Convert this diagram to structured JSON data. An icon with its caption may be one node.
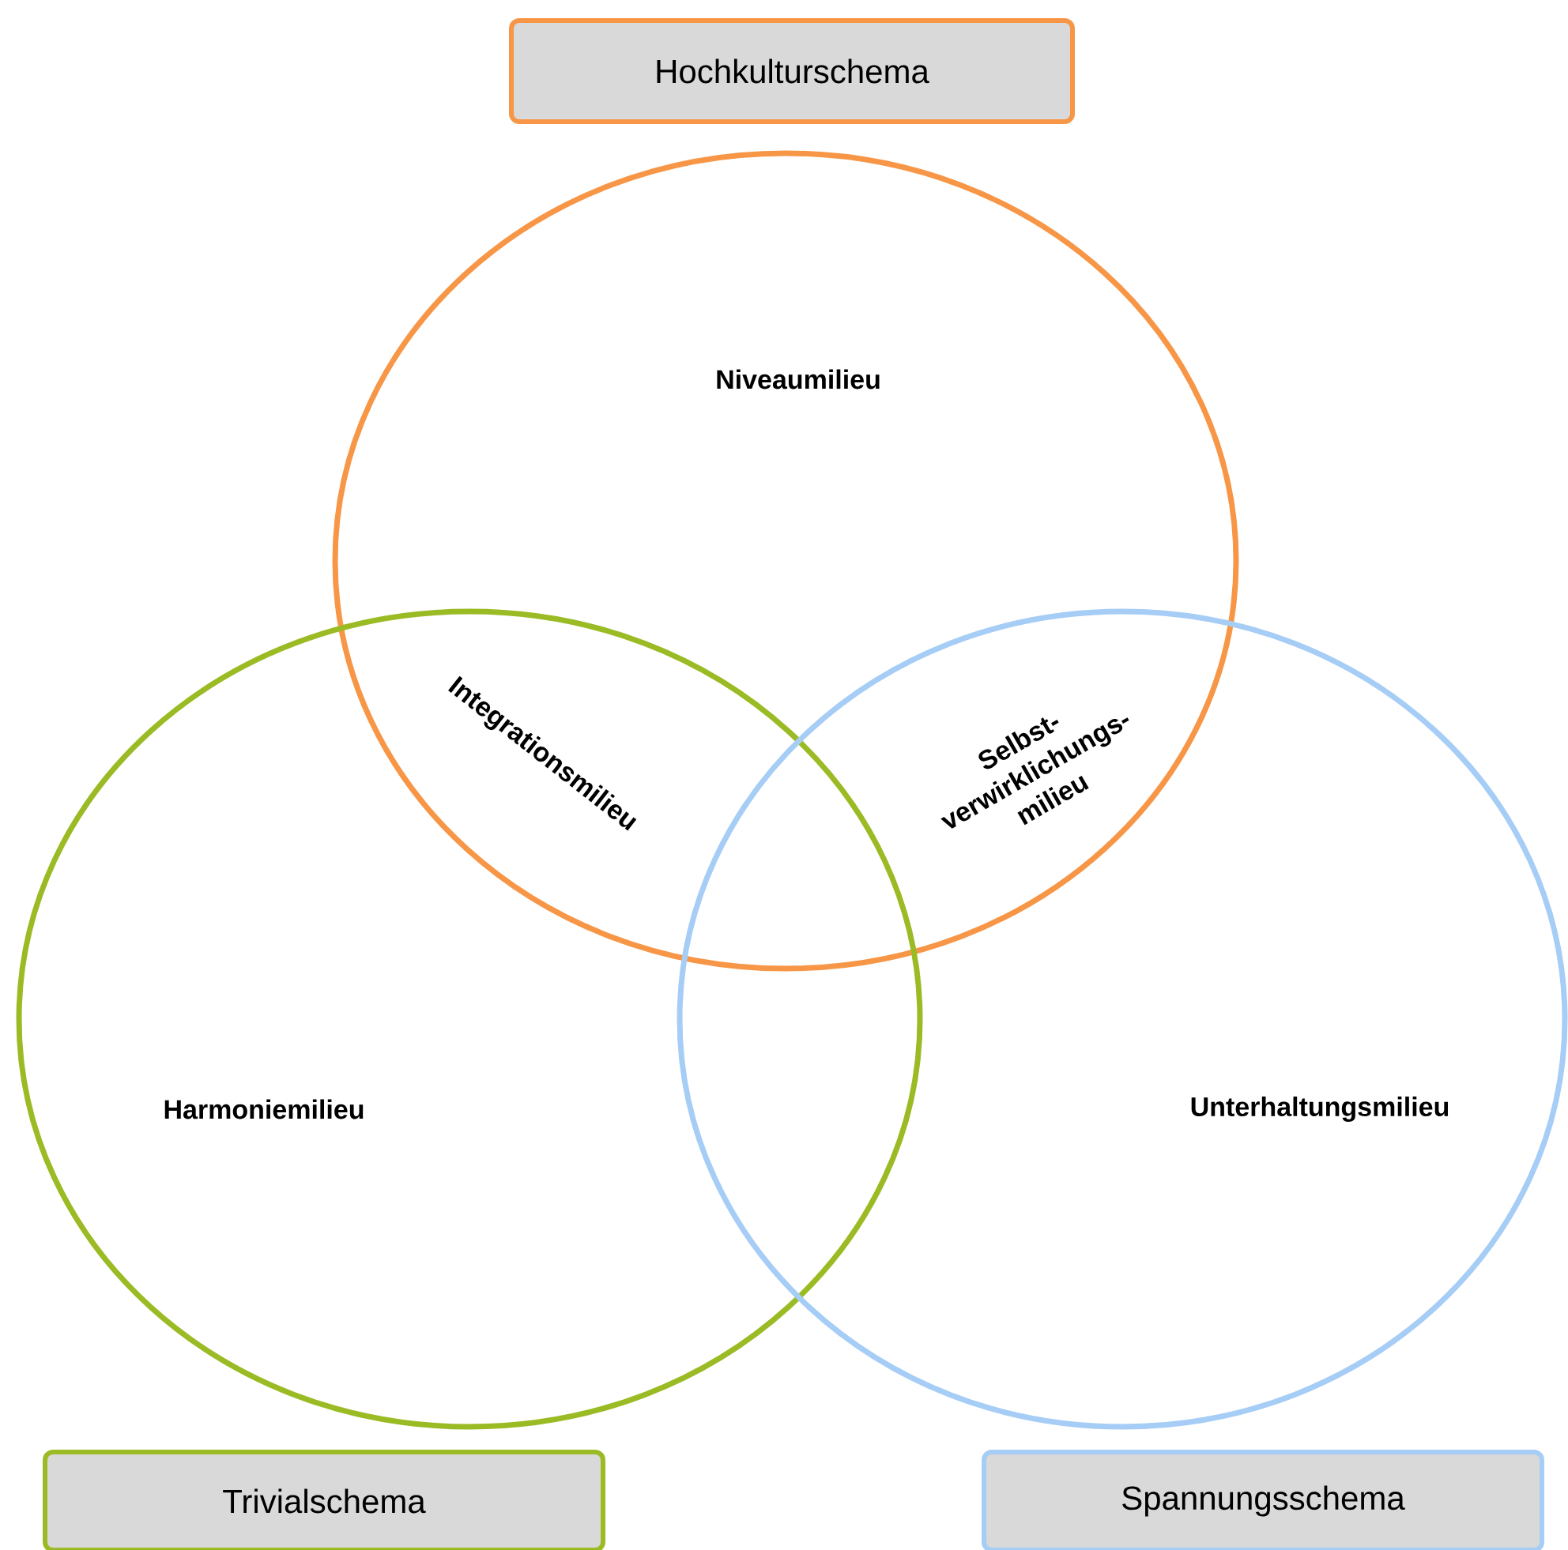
{
  "diagram": {
    "nodes": [
      {
        "text": [
          "Hochkulturschema"
        ]
      },
      {
        "text": [
          "Niveaumilieu"
        ]
      },
      {
        "text": [
          "Harmoniemilieu"
        ]
      },
      {
        "text": [
          "Unterhaltungsmilieu"
        ]
      },
      {
        "text": [
          "Trivialschema"
        ]
      },
      {
        "text": [
          "Spannungsschema"
        ]
      }
    ],
    "labels": [
      "Integrationsmilieu",
      "Selbst- verwirklichungs- milieu"
    ]
  }
}
